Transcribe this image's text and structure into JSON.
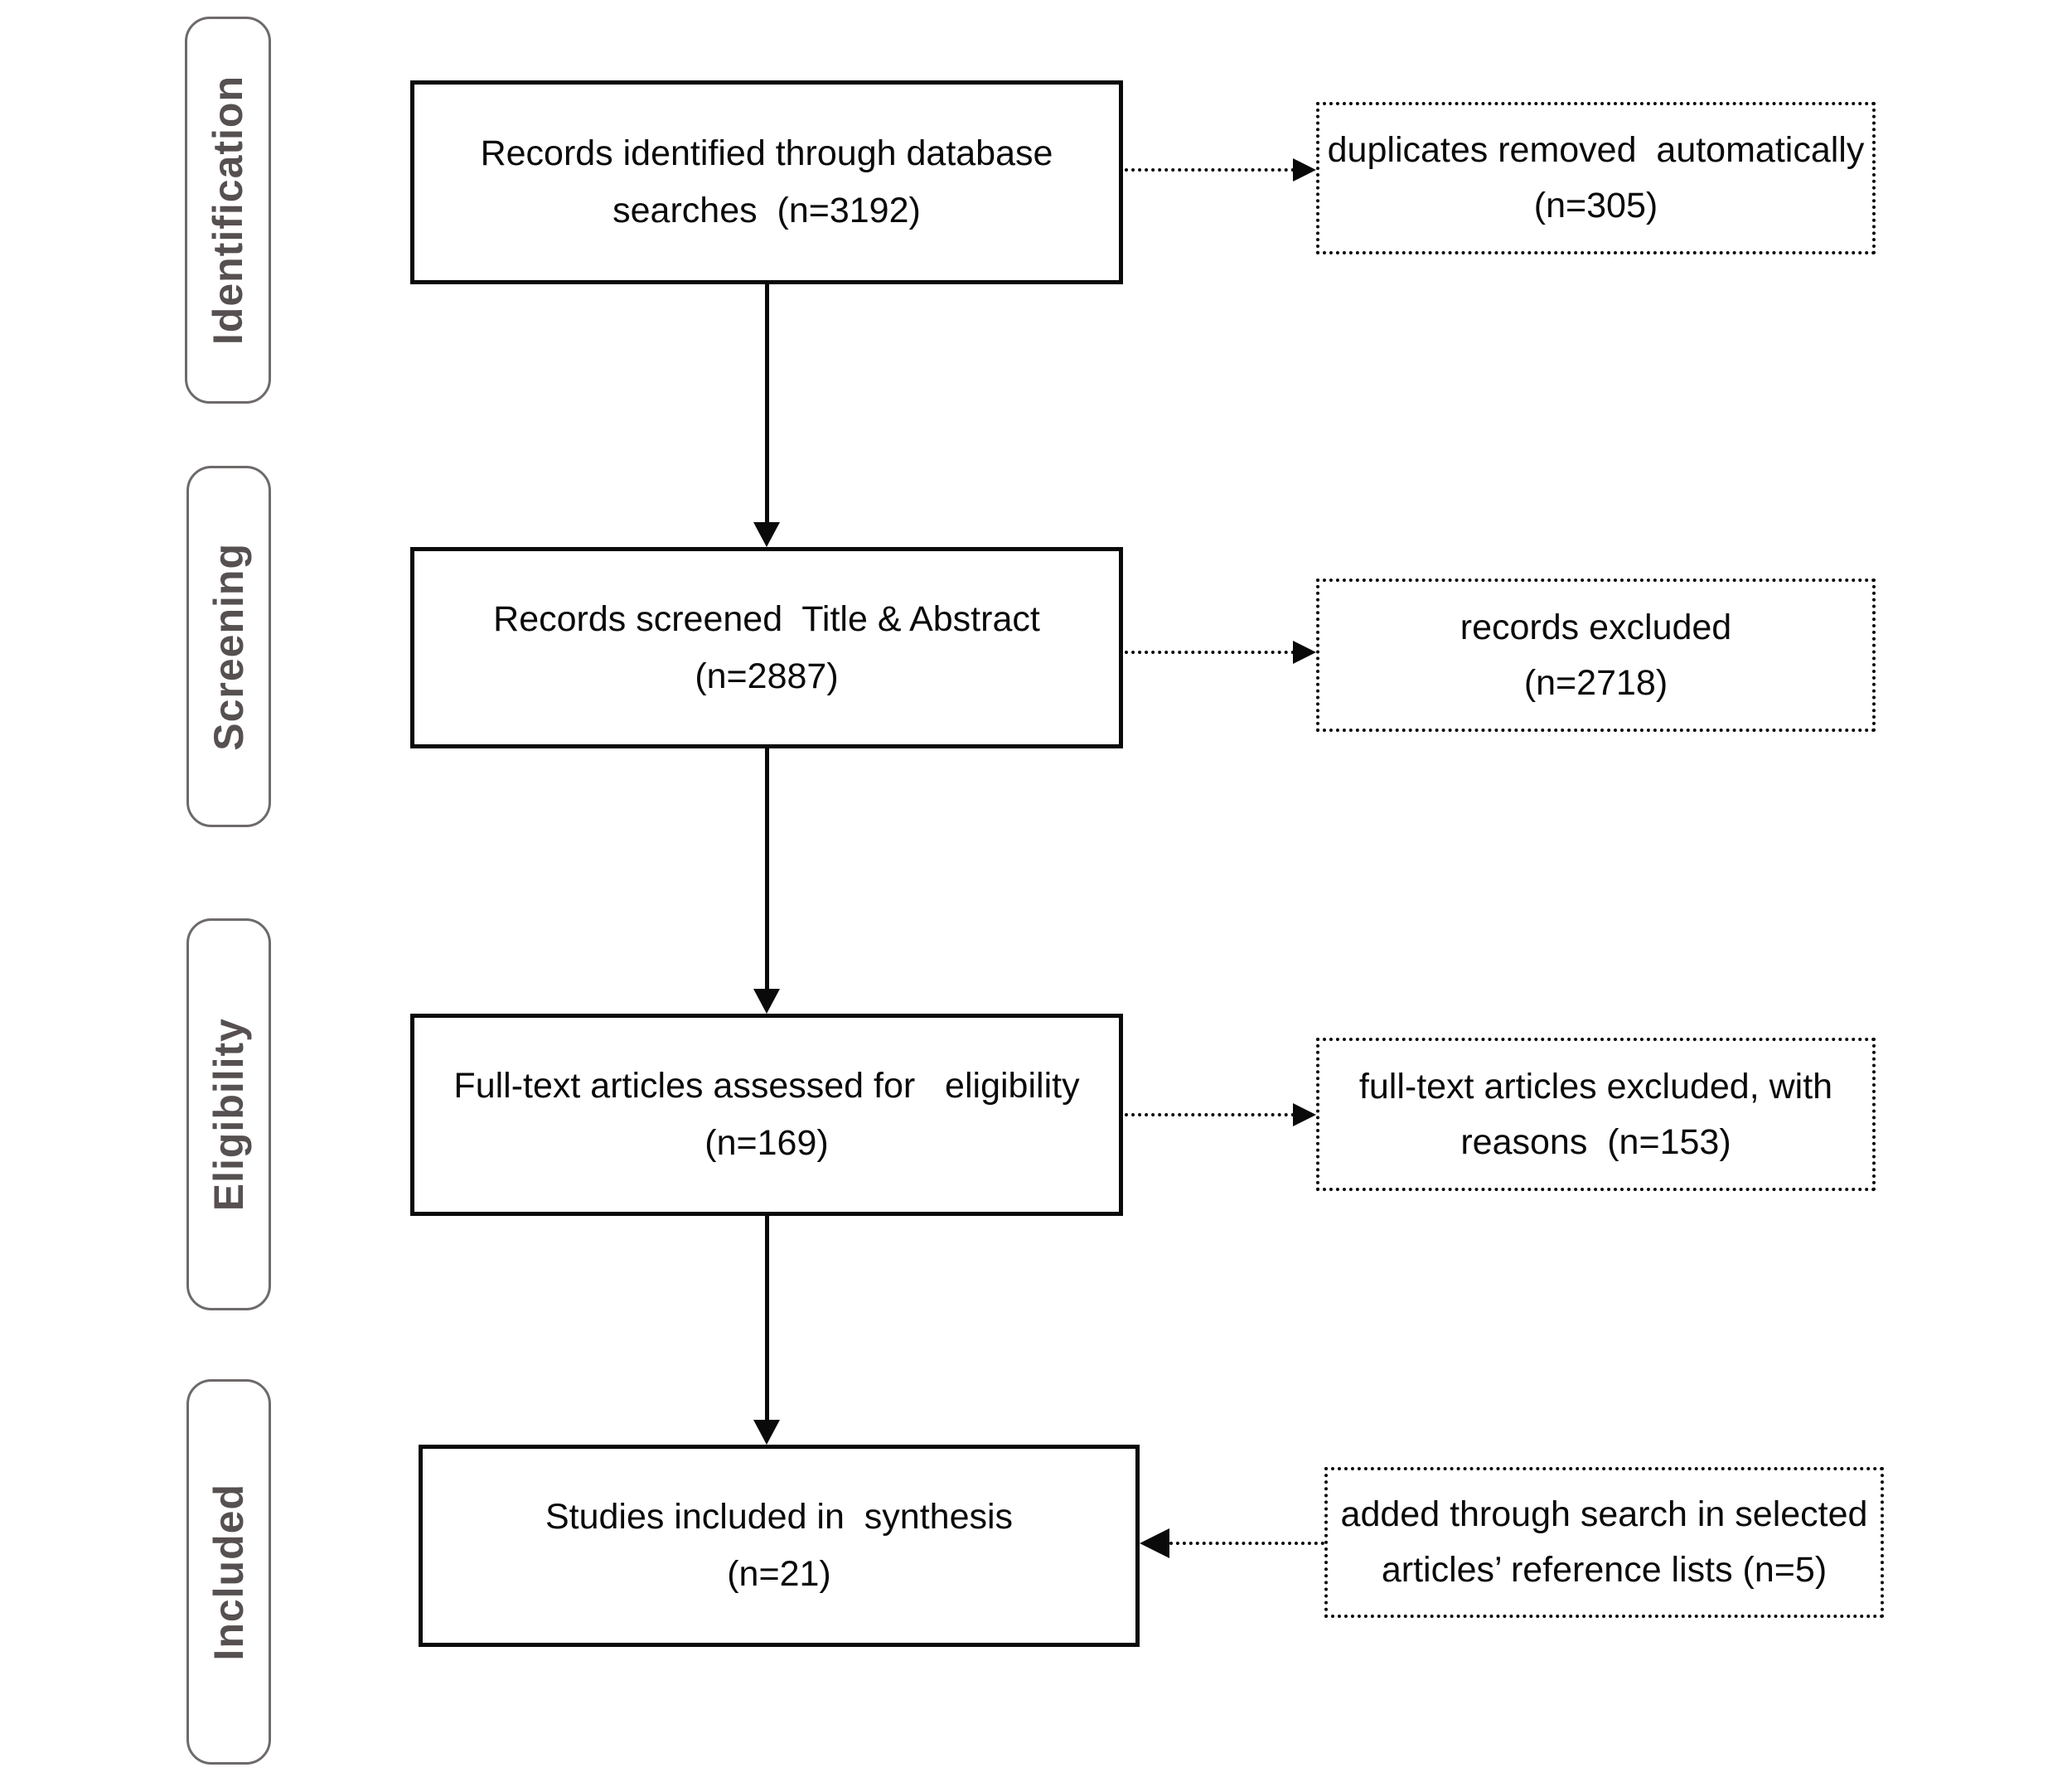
{
  "stages": [
    {
      "label": "Identification"
    },
    {
      "label": "Screening"
    },
    {
      "label": "Eligibility"
    },
    {
      "label": "Included"
    }
  ],
  "flow": {
    "main_boxes": [
      {
        "id": "records-identified",
        "text": "Records identified through database\nsearches  (n=3192)",
        "n": 3192
      },
      {
        "id": "records-screened",
        "text": "Records screened  Title & Abstract\n(n=2887)",
        "n": 2887
      },
      {
        "id": "fulltext-assessed",
        "text": "Full-text articles assessed for   eligibility\n(n=169)",
        "n": 169
      },
      {
        "id": "studies-included",
        "text": "Studies included in  synthesis\n(n=21)",
        "n": 21
      }
    ],
    "side_boxes": [
      {
        "id": "duplicates-removed",
        "text": "duplicates removed  automatically\n(n=305)",
        "n": 305,
        "arrow_direction": "right"
      },
      {
        "id": "records-excluded",
        "text": "records excluded\n(n=2718)",
        "n": 2718,
        "arrow_direction": "right"
      },
      {
        "id": "fulltext-excluded",
        "text": "full-text articles excluded, with\nreasons  (n=153)",
        "n": 153,
        "arrow_direction": "right"
      },
      {
        "id": "added-from-reference-lists",
        "text": "added through search in selected\narticles’ reference lists (n=5)",
        "n": 5,
        "arrow_direction": "left"
      }
    ]
  },
  "colors": {
    "box_border": "#0a0a0a",
    "box_text": "#0a0a0a",
    "stage_border": "#6e6a69",
    "stage_text": "#575050",
    "background": "#ffffff"
  }
}
